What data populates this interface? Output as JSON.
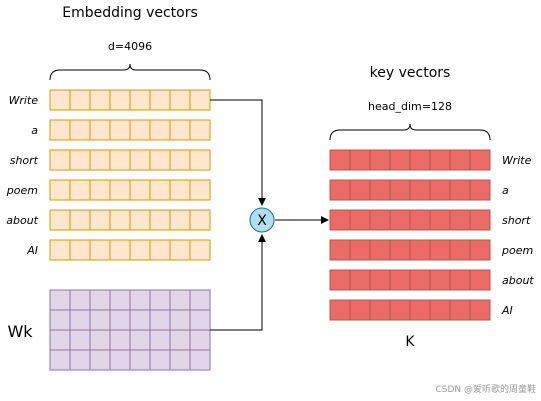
{
  "embedding": {
    "title": "Embedding vectors",
    "dim_label": "d=4096",
    "tokens": [
      "Write",
      "a",
      "short",
      "poem",
      "about",
      "AI"
    ],
    "fill": "#ffe6cc",
    "stroke": "#d79b00"
  },
  "weight": {
    "label": "Wk",
    "fill": "#e1d5e7",
    "stroke": "#9673a6"
  },
  "operator": {
    "symbol": "X",
    "fill": "#b1ddf0",
    "stroke": "#10739e"
  },
  "keys": {
    "title": "key vectors",
    "dim_label": "head_dim=128",
    "tokens": [
      "Write",
      "a",
      "short",
      "poem",
      "about",
      "AI"
    ],
    "matrix_label": "K",
    "fill": "#ea6b66",
    "stroke": "#b85450"
  },
  "watermark": "CSDN @爱听歌的周童鞋"
}
